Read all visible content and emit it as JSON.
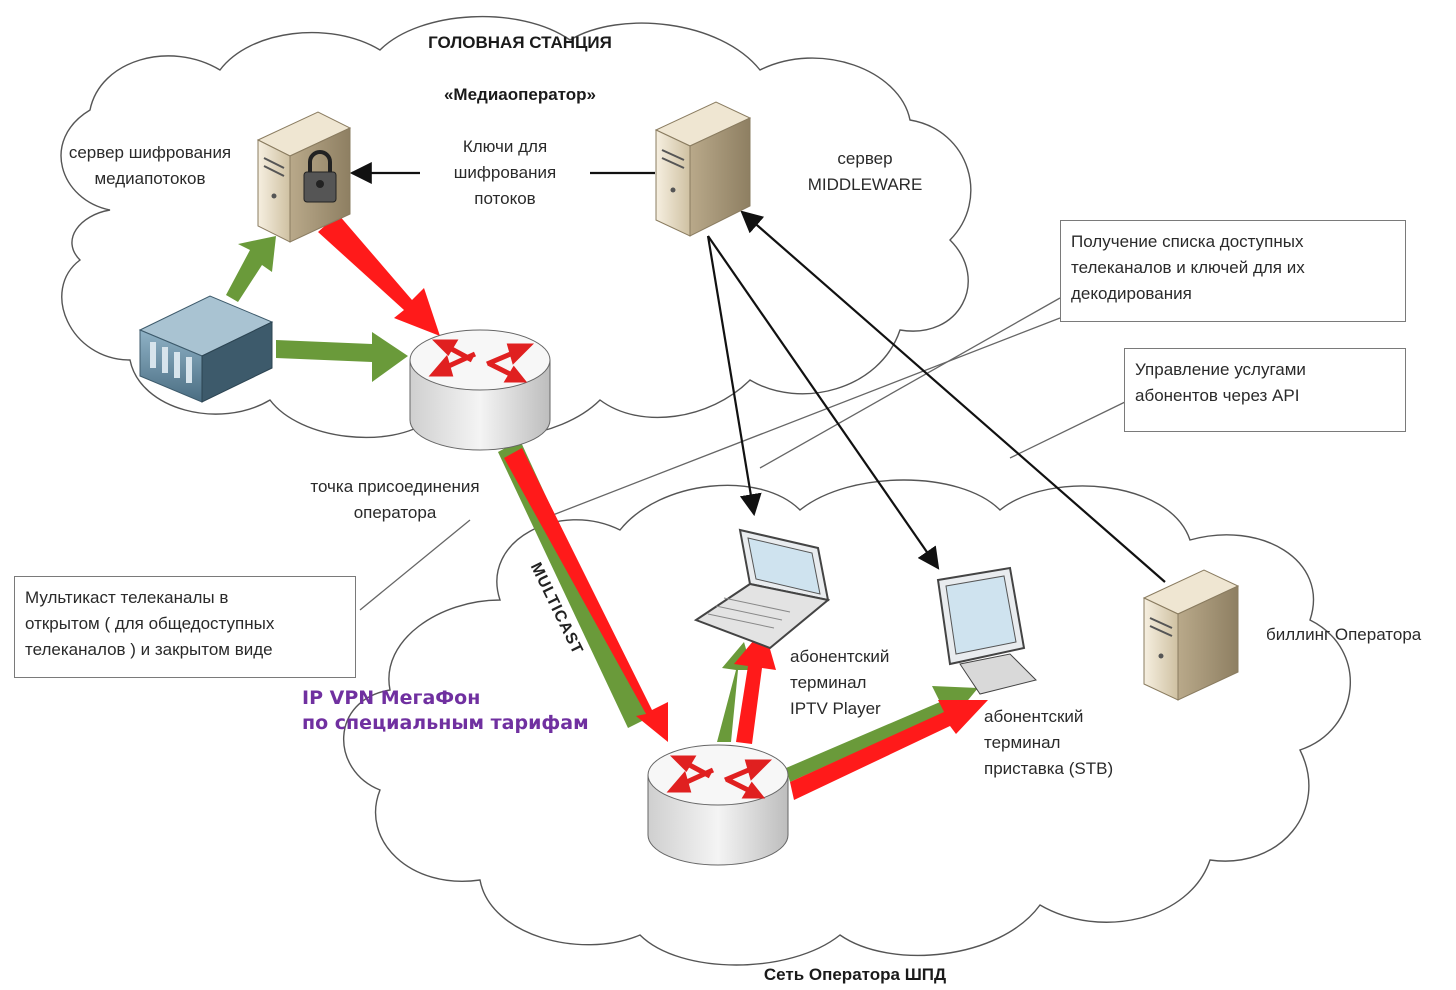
{
  "headend": {
    "line1": "ГОЛОВНАЯ СТАНЦИЯ",
    "line2": "«Медиаоператор»"
  },
  "labels": {
    "encryption_server": "сервер шифрования\nмедиапотоков",
    "keys": "Ключи для\nшифрования\nпотоков",
    "middleware": "сервер\nMIDDLEWARE",
    "connection_point": "точка присоединения\nоператора",
    "iptv_player": "абонентский\nтерминал\nIPTV Player",
    "stb": "абонентский\nтерминал\nприставка (STB)",
    "billing": "биллинг Оператора",
    "multicast": "MULTICAST",
    "network": "Сеть Оператора ШПД"
  },
  "boxes": {
    "channel_list": "Получение списка доступных\nтелеканалов и ключей для их\nдекодирования",
    "api": "Управление услугами\nабонентов через API",
    "multicast_info": "Мультикаст телеканалы в\nоткрытом ( для общедоступных\nтелеканалов ) и закрытом виде"
  },
  "vpn": "IP VPN МегаФон\nпо специальным тарифам",
  "colors": {
    "red": "#ff1a1a",
    "green": "#6a9a3a",
    "purple": "#7030a0",
    "server": "#e8dcc4"
  }
}
